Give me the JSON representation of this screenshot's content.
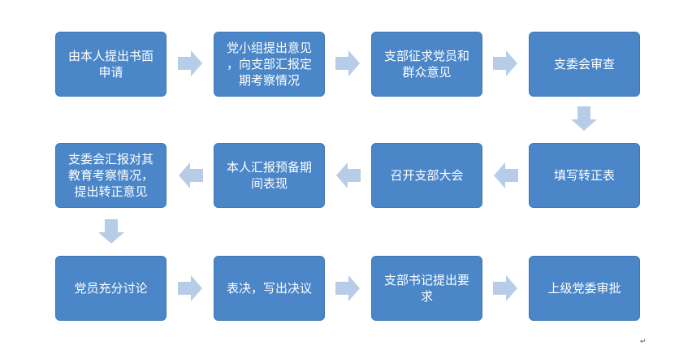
{
  "colors": {
    "box_fill": "#4a86c8",
    "box_border": "#3f77b5",
    "box_text": "#ffffff",
    "arrow_fill": "#b7cde7"
  },
  "steps": [
    {
      "label": "由本人提出书面\n申请"
    },
    {
      "label": "党小组提出意见\n，向支部汇报定\n期考察情况"
    },
    {
      "label": "支部征求党员和\n群众意见"
    },
    {
      "label": "支委会审查"
    },
    {
      "label": "填写转正表"
    },
    {
      "label": "召开支部大会"
    },
    {
      "label": "本人汇报预备期\n间表现"
    },
    {
      "label": "支委会汇报对其\n教育考察情况，\n提出转正意见"
    },
    {
      "label": "党员充分讨论"
    },
    {
      "label": "表决，写出决议"
    },
    {
      "label": "支部书记提出要\n求"
    },
    {
      "label": "上级党委审批"
    }
  ],
  "arrows": [
    {
      "from": 1,
      "to": 2,
      "direction": "right"
    },
    {
      "from": 2,
      "to": 3,
      "direction": "right"
    },
    {
      "from": 3,
      "to": 4,
      "direction": "right"
    },
    {
      "from": 4,
      "to": 5,
      "direction": "down"
    },
    {
      "from": 5,
      "to": 6,
      "direction": "left"
    },
    {
      "from": 6,
      "to": 7,
      "direction": "left"
    },
    {
      "from": 7,
      "to": 8,
      "direction": "left"
    },
    {
      "from": 8,
      "to": 9,
      "direction": "down"
    },
    {
      "from": 9,
      "to": 10,
      "direction": "right"
    },
    {
      "from": 10,
      "to": 11,
      "direction": "right"
    },
    {
      "from": 11,
      "to": 12,
      "direction": "right"
    }
  ],
  "paragraph_mark": "↵"
}
